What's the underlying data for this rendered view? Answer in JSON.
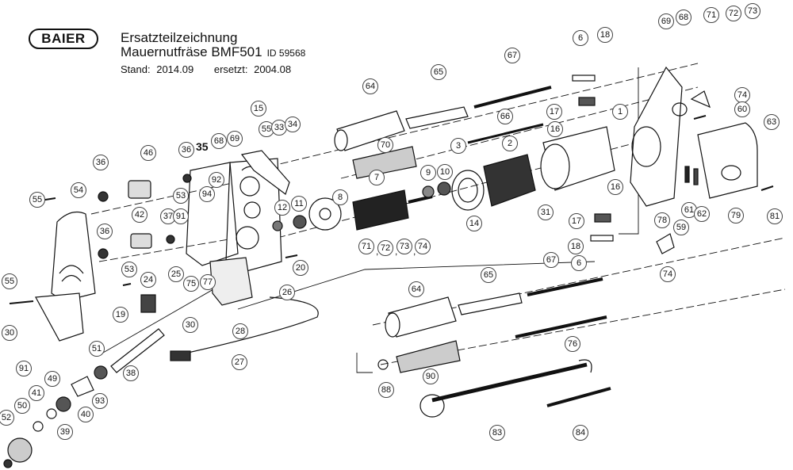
{
  "header": {
    "brand": "BAIER",
    "title": "Ersatzteilzeichnung",
    "model": "Mauernutfräse BMF501",
    "id_label": "ID 59568",
    "stand_label": "Stand:",
    "stand_value": "2014.09",
    "replaced_label": "ersetzt:",
    "replaced_value": "2004.08"
  },
  "callouts": {
    "c69a": "69",
    "c68a": "68",
    "c71a": "71",
    "c72a": "72",
    "c73a": "73",
    "c6a": "6",
    "c18a": "18",
    "c67a": "67",
    "c65a": "65",
    "c64a": "64",
    "c74a": "74",
    "c60": "60",
    "c63": "63",
    "c17a": "17",
    "c1": "1",
    "c16a": "16",
    "c15": "15",
    "c55a": "55",
    "c33": "33",
    "c34": "34",
    "c66": "66",
    "c3": "3",
    "c2": "2",
    "c70": "70",
    "c36a": "36",
    "c46": "46",
    "c36b": "36",
    "c35": "35",
    "c68b": "68",
    "c69b": "69",
    "c92": "92",
    "c9": "9",
    "c10": "10",
    "c7": "7",
    "c8": "8",
    "c94": "94",
    "c53a": "53",
    "c37": "37",
    "c91a": "91",
    "c54": "54",
    "c55b": "55",
    "c42": "42",
    "c36c": "36",
    "c12": "12",
    "c11": "11",
    "c16b": "16",
    "c31": "31",
    "c14": "14",
    "c17b": "17",
    "c78": "78",
    "c61": "61",
    "c62": "62",
    "c59": "59",
    "c79": "79",
    "c81": "81",
    "c71b": "71",
    "c72b": "72",
    "c73b": "73",
    "c74b": "74",
    "c18b": "18",
    "c6b": "6",
    "c20": "20",
    "c74c": "74",
    "c53b": "53",
    "c55c": "55",
    "c24": "24",
    "c25": "25",
    "c75": "75",
    "c77": "77",
    "c26": "26",
    "c67b": "67",
    "c65b": "65",
    "c64b": "64",
    "c30a": "30",
    "c19": "19",
    "c30b": "30",
    "c28": "28",
    "c76": "76",
    "c91b": "91",
    "c51": "51",
    "c27": "27",
    "c38": "38",
    "c90": "90",
    "c88": "88",
    "c49": "49",
    "c41": "41",
    "c93": "93",
    "c50": "50",
    "c40": "40",
    "c39": "39",
    "c52": "52",
    "c83": "83",
    "c84": "84"
  },
  "commas": [
    ",",
    ",",
    ","
  ]
}
